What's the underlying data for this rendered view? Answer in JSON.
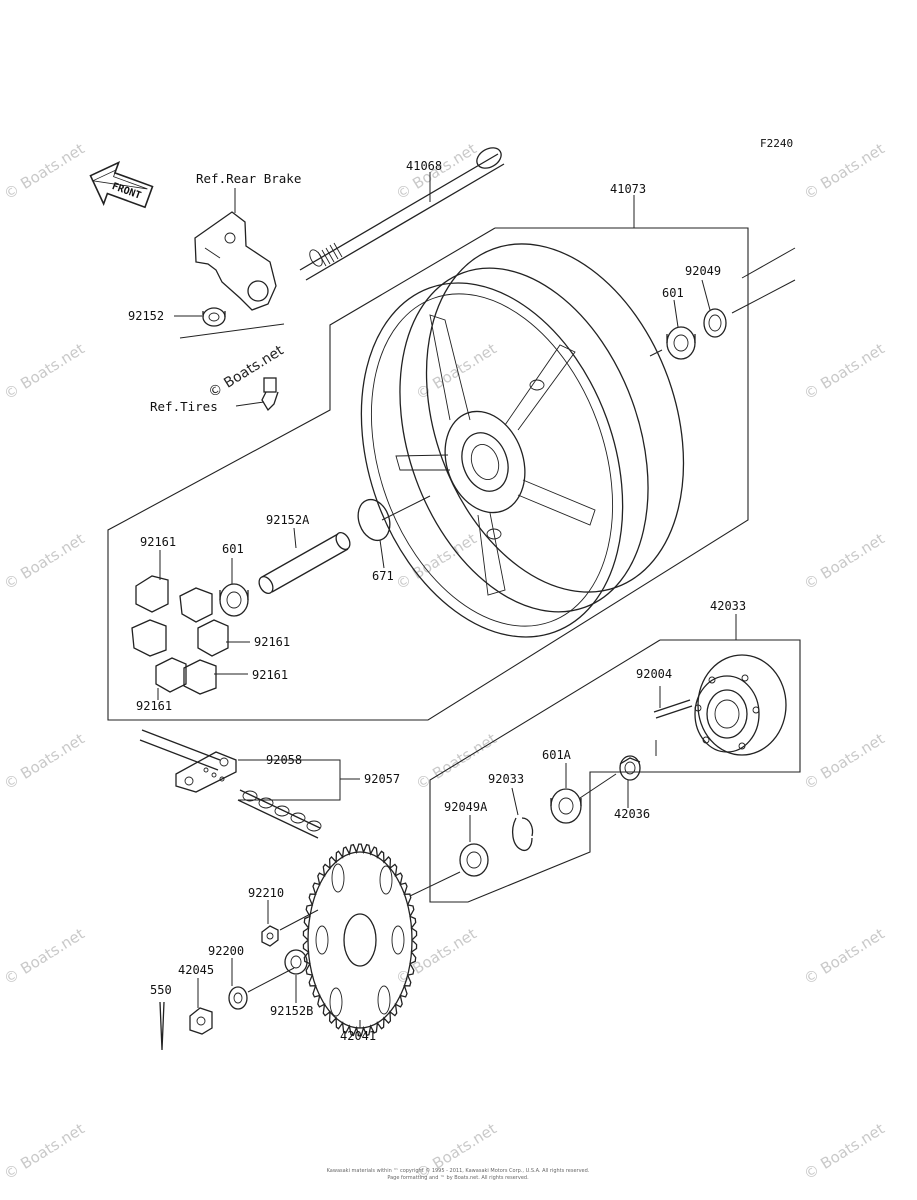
{
  "diagram_code": "F2240",
  "front_badge": "FRONT",
  "references": {
    "rear_brake": "Ref.Rear Brake",
    "tires": "Ref.Tires"
  },
  "parts": {
    "p41068": "41068",
    "p41073": "41073",
    "p92049": "92049",
    "p601_top": "601",
    "p92152": "92152",
    "p92152A": "92152A",
    "p671": "671",
    "p92161_a": "92161",
    "p601_left": "601",
    "p92161_b": "92161",
    "p92161_c": "92161",
    "p92161_d": "92161",
    "p42033": "42033",
    "p92004": "92004",
    "p92058": "92058",
    "p92057": "92057",
    "p92033": "92033",
    "p601A": "601A",
    "p92049A": "92049A",
    "p42036": "42036",
    "p92210": "92210",
    "p92200": "92200",
    "p42045": "42045",
    "p550": "550",
    "p92152B": "92152B",
    "p42041": "42041"
  },
  "watermark": "© Boats.net",
  "copyright": [
    "Kawasaki materials within ™ copyright © 1995 - 2011, Kawasaki Motors Corp., U.S.A. All rights reserved.",
    "Page formatting and ™ by Boats.net. All rights reserved."
  ]
}
